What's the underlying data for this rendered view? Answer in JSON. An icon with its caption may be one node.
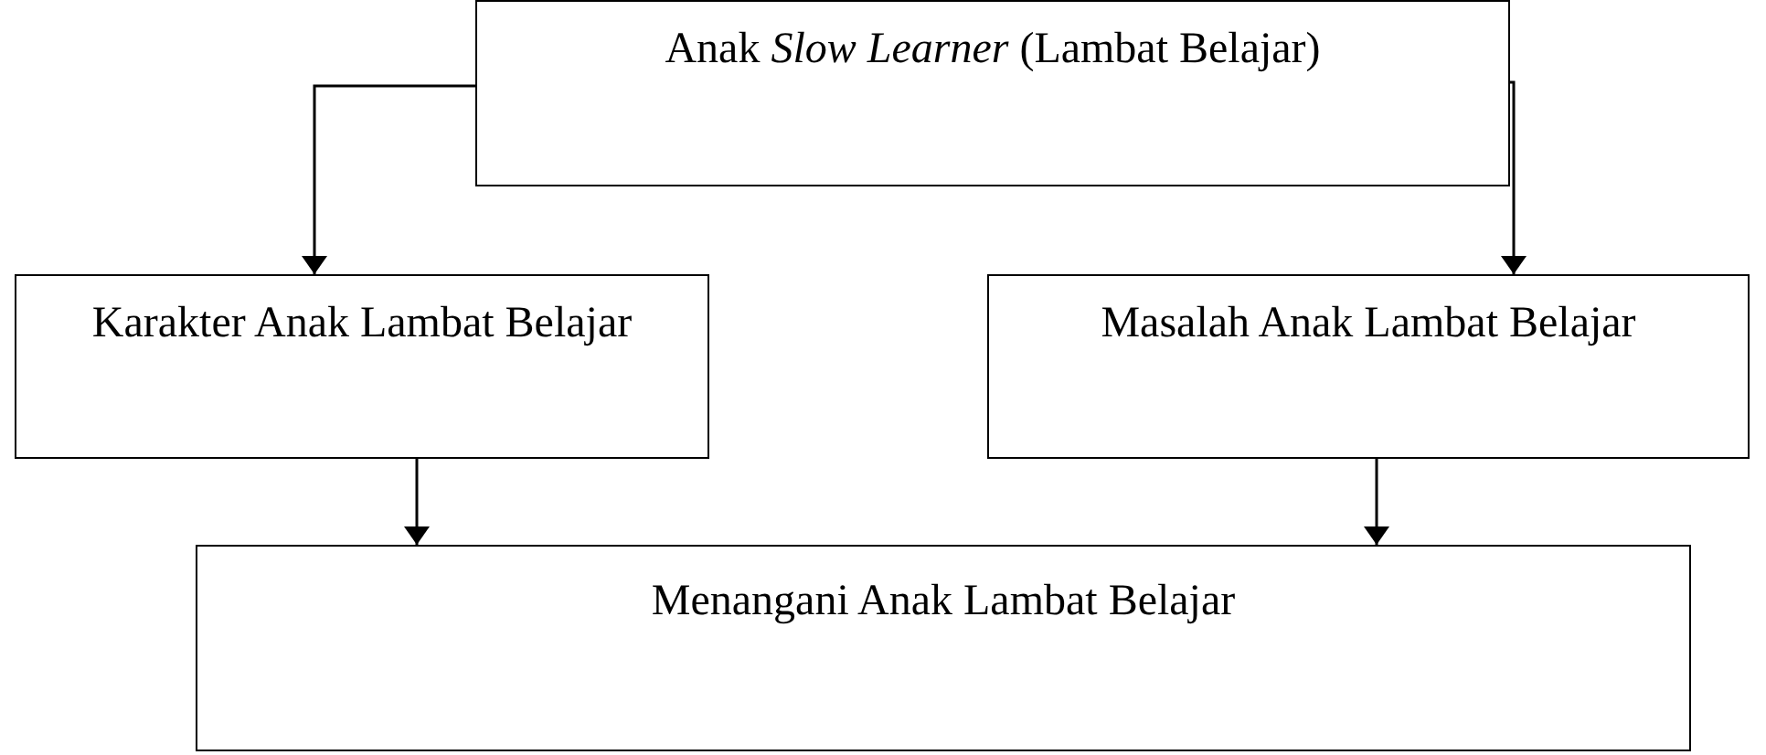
{
  "diagram": {
    "nodes": [
      {
        "text": [
          "Anak *Slow Learner* (Lambat Belajar)"
        ]
      },
      {
        "text": [
          "Karakter Anak Lambat Belajar"
        ]
      },
      {
        "text": [
          "Masalah Anak Lambat Belajar"
        ]
      },
      {
        "text": [
          "Menangani Anak Lambat Belajar"
        ]
      }
    ],
    "edges": [
      {
        "from": 0,
        "to": 1,
        "arrow": "to"
      },
      {
        "from": 0,
        "to": 2,
        "arrow": "to"
      },
      {
        "from": 1,
        "to": 3,
        "arrow": "to"
      },
      {
        "from": 2,
        "to": 3,
        "arrow": "to"
      }
    ]
  }
}
